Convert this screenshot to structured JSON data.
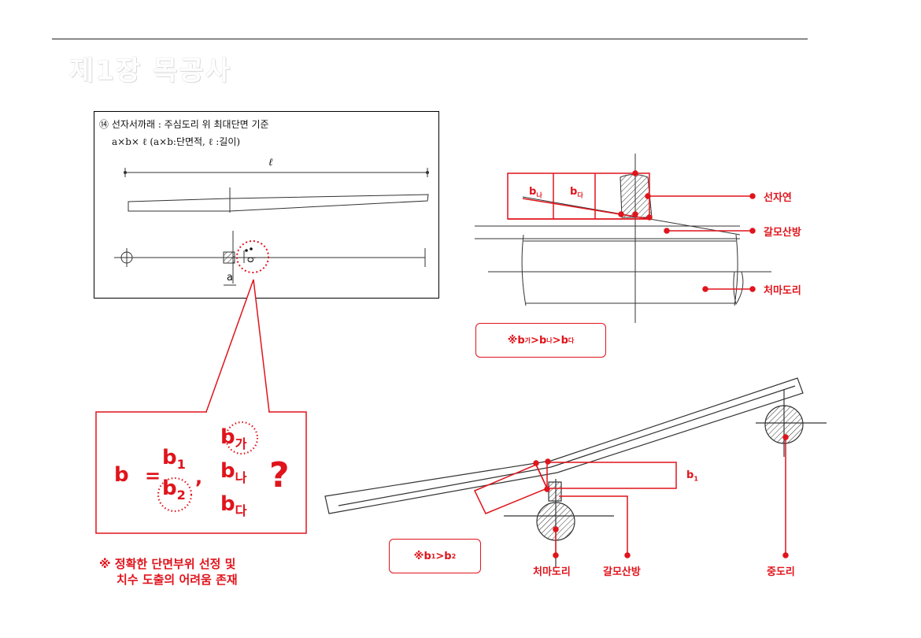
{
  "slide": {
    "title": "제1장 목공사"
  },
  "reference": {
    "line1": "⑭ 선자서까래 : 주심도리 위 최대단면 기준",
    "line2": "a×b× ℓ (a×b:단면적,  ℓ :길이)",
    "len_symbol": "ℓ",
    "a_label": "a",
    "b_label": "b"
  },
  "callout": {
    "b": "b",
    "eq": "=",
    "b1": "b",
    "b1_sub": "1",
    "b2": "b",
    "b2_sub": "2",
    "comma": ",",
    "bga": "b",
    "bga_sub": "가",
    "bna": "b",
    "bna_sub": "나",
    "bda": "b",
    "bda_sub": "다",
    "question": "?"
  },
  "bottom_note": {
    "line1": "※ 정확한 단면부위 선정 및",
    "line2": "치수 도출의 어려움 존재"
  },
  "top_diagram": {
    "bna_b": "b",
    "bna_sub": "나",
    "bda_b": "b",
    "bda_sub": "다",
    "label_seonjayeon": "선자연",
    "label_galmo": "갈모산방",
    "label_cheoma": "처마도리",
    "note_prefix": "※ ",
    "note_b1": "b",
    "note_s1": "가",
    "note_gt1": " > ",
    "note_b2": "b",
    "note_s2": "나",
    "note_gt2": " > ",
    "note_b3": "b",
    "note_s3": "다"
  },
  "bottom_diagram": {
    "b1_b": "b",
    "b1_sub": "1",
    "label_cheoma": "처마도리",
    "label_galmo": "갈모산방",
    "label_jung": "중도리",
    "note_prefix": "※ ",
    "note_b1": "b",
    "note_s1": "1",
    "note_gt": " > ",
    "note_b2": "b",
    "note_s2": "2"
  },
  "colors": {
    "accent": "#e0141c",
    "ink": "#222222"
  }
}
